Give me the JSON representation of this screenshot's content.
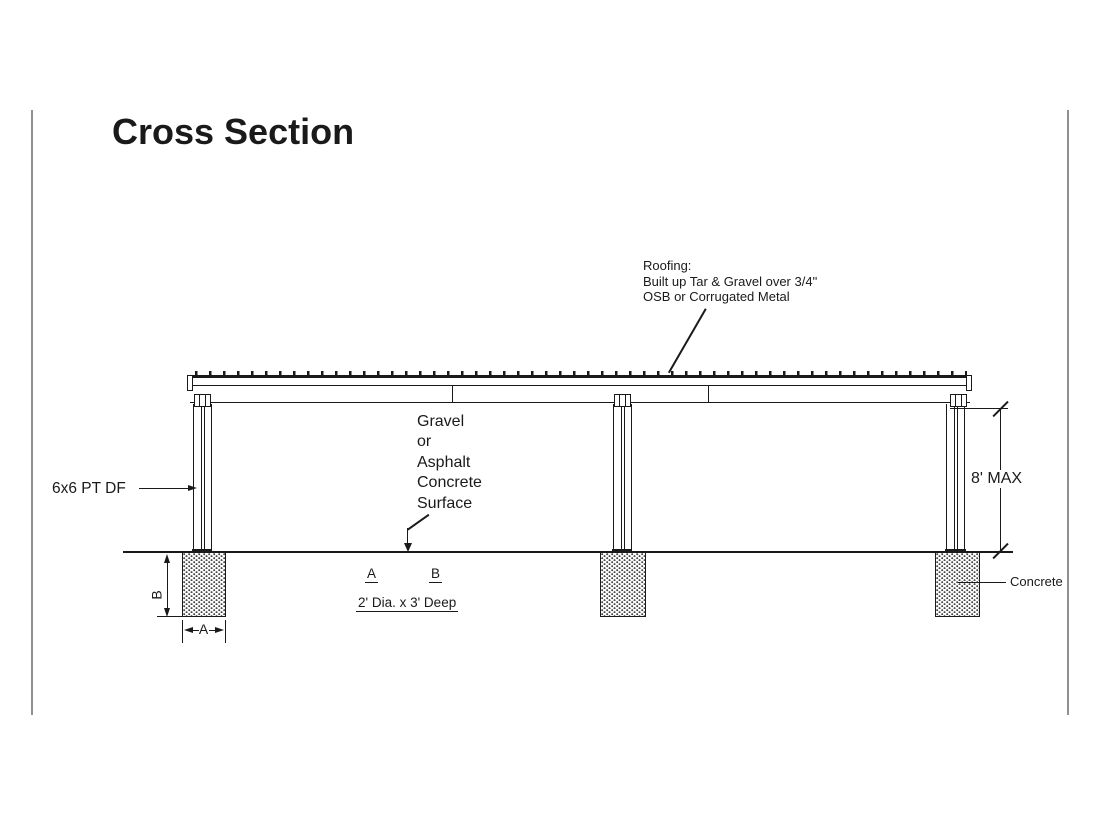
{
  "page": {
    "title": "Cross Section"
  },
  "drawing": {
    "roofing_note": {
      "lines": [
        "Roofing:",
        "Built up Tar & Gravel over 3/4\"",
        "OSB or Corrugated Metal"
      ]
    },
    "post_label": "6x6 PT DF",
    "surface_note": {
      "lines": [
        "Gravel",
        "or",
        "Asphalt",
        "Concrete",
        "Surface"
      ]
    },
    "height_dimension": "8' MAX",
    "concrete_label": "Concrete",
    "dim_b": "B",
    "dim_a": "A",
    "ref_a": "A",
    "ref_b": "B",
    "footing_spec": "2' Dia. x 3' Deep"
  },
  "colors": {
    "ink": "#1a1a1a",
    "page_border": "#909090",
    "background": "#ffffff"
  }
}
